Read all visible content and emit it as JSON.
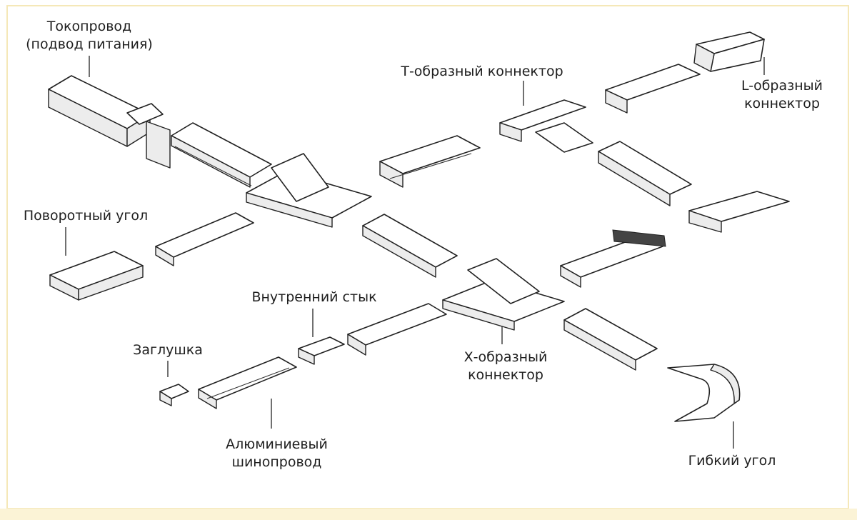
{
  "labels": {
    "power_feed": [
      "Токопровод",
      "(подвод питания)"
    ],
    "t_connector": [
      "Т-образный коннектор"
    ],
    "l_connector": [
      "L-образный",
      "коннектор"
    ],
    "swivel_corner": [
      "Поворотный угол"
    ],
    "inner_joint": [
      "Внутренний стык"
    ],
    "end_cap": [
      "Заглушка"
    ],
    "x_connector": [
      "Х-образный",
      "коннектор"
    ],
    "aluminum_track": [
      "Алюминиевый",
      "шинопровод"
    ],
    "flexible_corner": [
      "Гибкий угол"
    ]
  },
  "colors": {
    "frame": "#f5e8b8",
    "bottom_band": "#fbf3d6",
    "line": "#222222"
  }
}
